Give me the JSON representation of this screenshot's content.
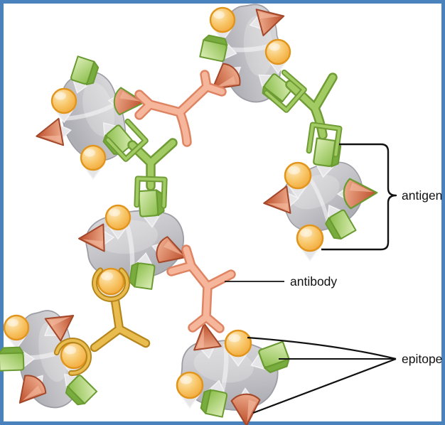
{
  "figure": {
    "labels": {
      "antigen": "antigen",
      "antibody": "antibody",
      "epitope": "epitope"
    },
    "colors": {
      "frame": "#4a82be",
      "background": "#ffffff",
      "antigen_fill": "#c6c6ca",
      "antigen_outline": "#9e9ea6",
      "epitope_circle": "#f5ab37",
      "epitope_circle_outline": "#e2951d",
      "epitope_cube": "#94c455",
      "epitope_cube_outline": "#6a9b31",
      "epitope_cone": "#d9754d",
      "epitope_cone_outline": "#a3482a",
      "antibody_salmon": "#f6b69b",
      "antibody_salmon_outline": "#df8463",
      "antibody_green": "#a3cb64",
      "antibody_green_outline": "#6f9c35",
      "antibody_yellow": "#e9bc4f",
      "antibody_yellow_outline": "#b6861d",
      "label": "#111111"
    }
  }
}
